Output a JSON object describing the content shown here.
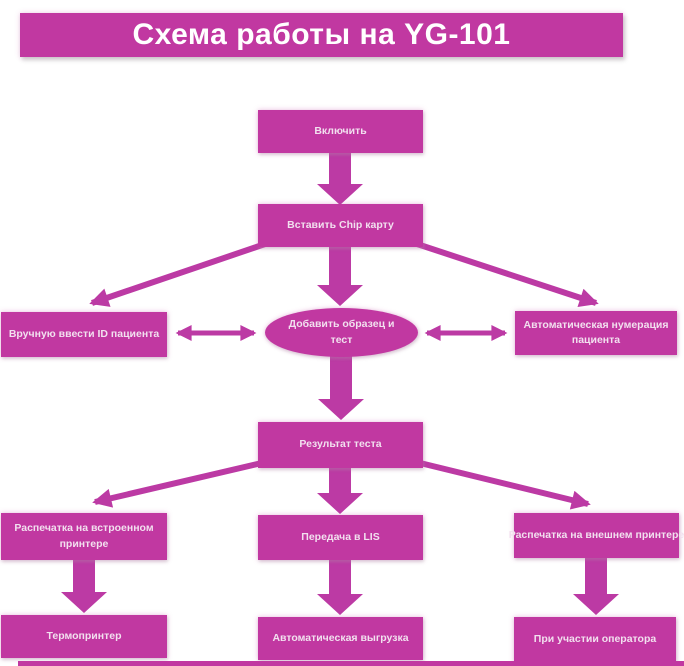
{
  "title": "Схема работы на YG-101",
  "colors": {
    "shape": "#C138A1",
    "arrow": "#BC3AA4",
    "node_text": "#F2E0EF",
    "title_text": "#FFFFFF",
    "background": "#FFFFFF"
  },
  "nodes": {
    "power_on": {
      "label": "Включить",
      "shape": "rect"
    },
    "insert_chip": {
      "label": "Вставить Chip карту",
      "shape": "rect"
    },
    "manual_id": {
      "label": "Вручную ввести ID пациента",
      "shape": "rect"
    },
    "add_sample": {
      "label": "Добавить образец и тест",
      "shape": "ellipse"
    },
    "auto_numbering": {
      "label": "Автоматическая нумерация пациента",
      "shape": "rect"
    },
    "test_result": {
      "label": "Результат теста",
      "shape": "rect"
    },
    "builtin_printer": {
      "label": "Распечатка на встроенном принтере",
      "shape": "rect"
    },
    "lis_transfer": {
      "label": "Передача в LIS",
      "shape": "rect"
    },
    "external_printer": {
      "label": "Распечатка на внешнем принтере",
      "shape": "rect"
    },
    "thermal_printer": {
      "label": "Термопринтер",
      "shape": "rect"
    },
    "auto_upload": {
      "label": "Автоматическая выгрузка",
      "shape": "rect"
    },
    "operator_assisted": {
      "label": "При участии оператора",
      "shape": "rect"
    }
  },
  "edges": [
    {
      "from": "power_on",
      "to": "insert_chip",
      "style": "block-arrow"
    },
    {
      "from": "insert_chip",
      "to": "manual_id",
      "style": "arrow"
    },
    {
      "from": "insert_chip",
      "to": "add_sample",
      "style": "block-arrow"
    },
    {
      "from": "insert_chip",
      "to": "auto_numbering",
      "style": "arrow"
    },
    {
      "from": "manual_id",
      "to": "add_sample",
      "style": "double-arrow"
    },
    {
      "from": "add_sample",
      "to": "auto_numbering",
      "style": "double-arrow"
    },
    {
      "from": "add_sample",
      "to": "test_result",
      "style": "block-arrow"
    },
    {
      "from": "test_result",
      "to": "builtin_printer",
      "style": "arrow"
    },
    {
      "from": "test_result",
      "to": "lis_transfer",
      "style": "block-arrow"
    },
    {
      "from": "test_result",
      "to": "external_printer",
      "style": "arrow"
    },
    {
      "from": "builtin_printer",
      "to": "thermal_printer",
      "style": "block-arrow"
    },
    {
      "from": "lis_transfer",
      "to": "auto_upload",
      "style": "block-arrow"
    },
    {
      "from": "external_printer",
      "to": "operator_assisted",
      "style": "block-arrow"
    }
  ]
}
